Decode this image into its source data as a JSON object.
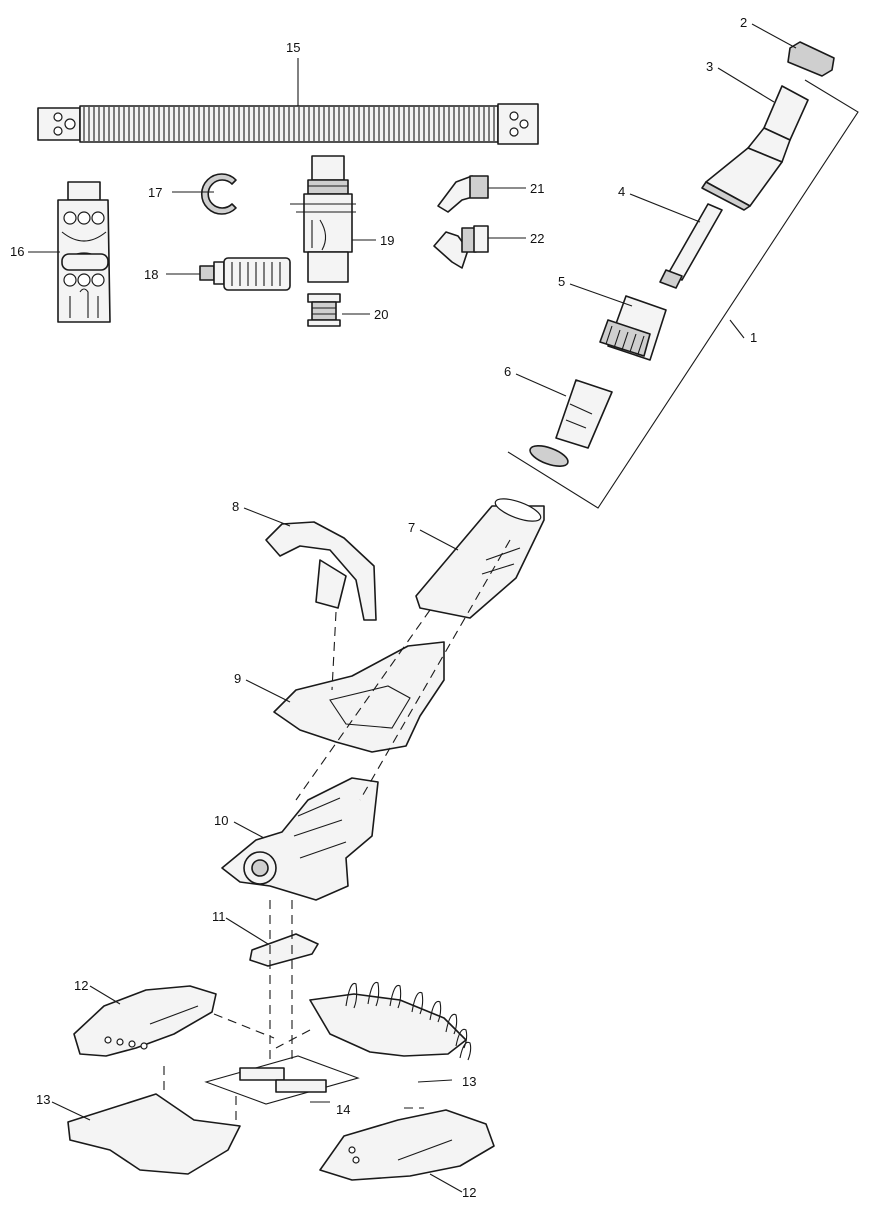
{
  "colors": {
    "line": "#1a1a1a",
    "part_fill": "#f4f4f4",
    "shade": "#cfcfcf",
    "background": "#ffffff"
  },
  "callouts": {
    "c1": "1",
    "c2": "2",
    "c3": "3",
    "c4": "4",
    "c5": "5",
    "c6": "6",
    "c7": "7",
    "c8": "8",
    "c9": "9",
    "c10": "10",
    "c11": "11",
    "c12a": "12",
    "c12b": "12",
    "c13a": "13",
    "c13b": "13",
    "c14": "14",
    "c15": "15",
    "c16": "16",
    "c17": "17",
    "c18": "18",
    "c19": "19",
    "c20": "20",
    "c21": "21",
    "c22": "22"
  }
}
